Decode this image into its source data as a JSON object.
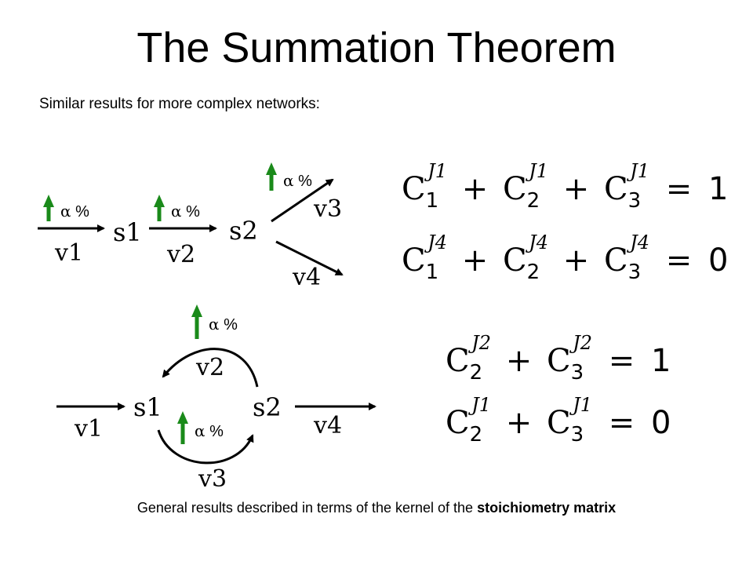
{
  "title": "The Summation Theorem",
  "subtitle": "Similar results for more complex networks:",
  "footer": {
    "prefix": "General results described in terms of the kernel of the ",
    "bold": "stoichiometry matrix"
  },
  "colors": {
    "arrow": "#000000",
    "perturbation": "#1a8a1a"
  },
  "perturbation_label": {
    "symbol": "α",
    "suffix": " %"
  },
  "network1": {
    "species": [
      "s1",
      "s2"
    ],
    "reactions": [
      "v1",
      "v2",
      "v3",
      "v4"
    ]
  },
  "network2": {
    "species": [
      "s1",
      "s2"
    ],
    "reactions": [
      "v1",
      "v2",
      "v3",
      "v4"
    ]
  },
  "equations": [
    {
      "terms": [
        [
          "1",
          "J1"
        ],
        [
          "2",
          "J1"
        ],
        [
          "3",
          "J1"
        ]
      ],
      "rhs": "1"
    },
    {
      "terms": [
        [
          "1",
          "J4"
        ],
        [
          "2",
          "J4"
        ],
        [
          "3",
          "J4"
        ]
      ],
      "rhs": "0"
    },
    {
      "terms": [
        [
          "2",
          "J2"
        ],
        [
          "3",
          "J2"
        ]
      ],
      "rhs": "1"
    },
    {
      "terms": [
        [
          "2",
          "J1"
        ],
        [
          "3",
          "J1"
        ]
      ],
      "rhs": "0"
    }
  ]
}
